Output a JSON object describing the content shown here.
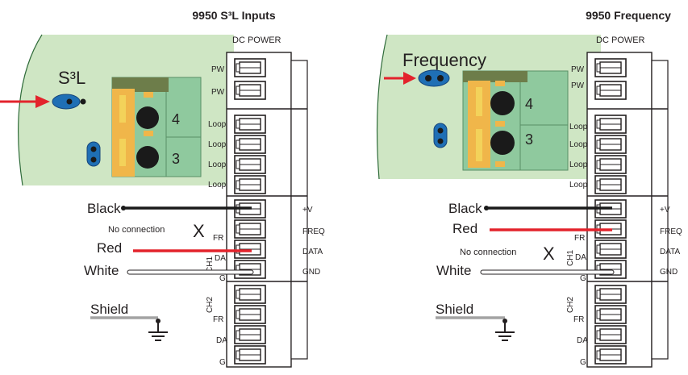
{
  "left": {
    "title": "9950 S³L Inputs",
    "sensor_label": "S³L",
    "dc_power": "DC POWER",
    "pw_labels": [
      "PW",
      "PW"
    ],
    "loop_labels": [
      "Loop",
      "Loop",
      "Loop",
      "Loop"
    ],
    "terminal_numbers": [
      "4",
      "3"
    ],
    "ch1": "CH1",
    "ch2": "CH2",
    "ch1_pins": [
      "",
      "FR",
      "DA",
      "G"
    ],
    "ch2_pins": [
      "",
      "FR",
      "DA",
      "G"
    ],
    "signals": [
      "+V",
      "FREQ",
      "DATA",
      "GND"
    ],
    "wires": {
      "black": "Black",
      "no_connection": "No connection",
      "x": "X",
      "red": "Red",
      "white": "White",
      "shield": "Shield"
    }
  },
  "right": {
    "title": "9950 Frequency",
    "sensor_label": "Frequency",
    "dc_power": "DC POWER",
    "pw_labels": [
      "PW",
      "PW"
    ],
    "loop_labels": [
      "Loop",
      "Loop",
      "Loop",
      "Loop"
    ],
    "terminal_numbers": [
      "4",
      "3"
    ],
    "ch1": "CH1",
    "ch2": "CH2",
    "ch1_pins": [
      "",
      "FR",
      "DA",
      "G"
    ],
    "ch2_pins": [
      "",
      "FR",
      "DA",
      "G"
    ],
    "signals": [
      "+V",
      "FREQ",
      "DATA",
      "GND"
    ],
    "wires": {
      "black": "Black",
      "red": "Red",
      "no_connection": "No connection",
      "x": "X",
      "white": "White",
      "shield": "Shield"
    }
  },
  "colors": {
    "board_green": "#cfe6c4",
    "terminal_green": "#8fc99e",
    "terminal_orange": "#f0b64a",
    "jumper_blue": "#1f6fb5",
    "arrow_red": "#e3232c",
    "wire_black": "#1a1a1a",
    "wire_red": "#e3232c",
    "wire_shield": "#a3a3a3"
  }
}
